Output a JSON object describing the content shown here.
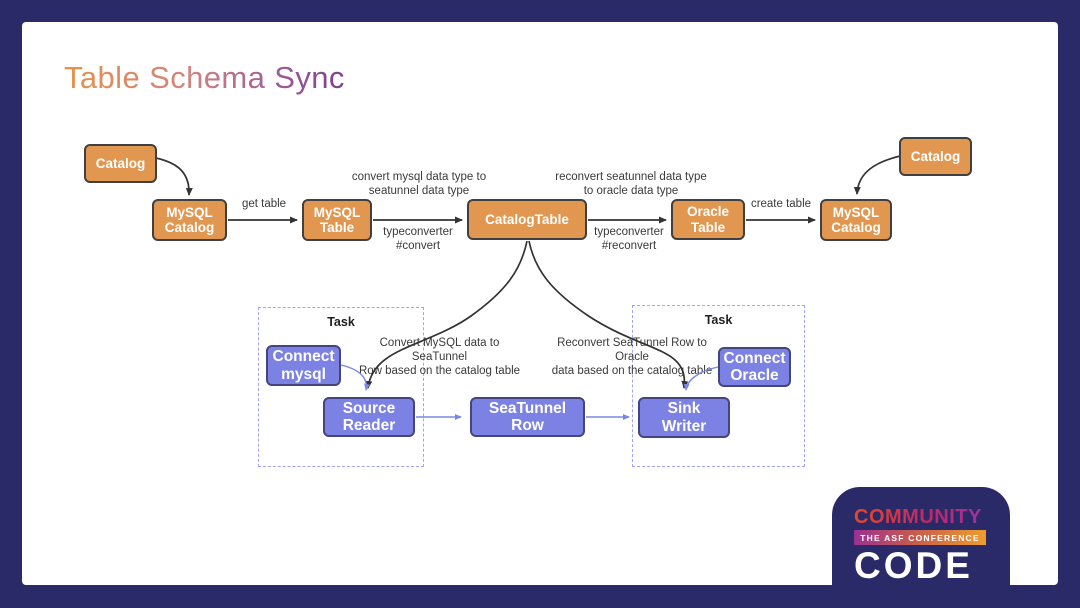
{
  "title": "Table Schema Sync",
  "nodes": {
    "catalog_source": "Catalog",
    "mysql_catalog_source": "MySQL\nCatalog",
    "mysql_table": "MySQL\nTable",
    "catalog_table": "CatalogTable",
    "oracle_table": "Oracle\nTable",
    "mysql_catalog_sink": "MySQL\nCatalog",
    "catalog_sink": "Catalog",
    "connect_mysql": "Connect\nmysql",
    "source_reader": "Source\nReader",
    "seatunnel_row": "SeaTunnel\nRow",
    "sink_writer": "Sink\nWriter",
    "connect_oracle": "Connect\nOracle"
  },
  "edge_labels": {
    "get_table": "get table",
    "convert_type": "convert mysql data type to\nseatunnel data type",
    "typeconverter_convert": "typeconverter\n#convert",
    "reconvert_type": "reconvert seatunnel data type\nto oracle data type",
    "typeconverter_reconvert": "typeconverter\n#reconvert",
    "create_table": "create table"
  },
  "tasks": {
    "left": {
      "label": "Task",
      "note": "Convert MySQL data to SeaTunnel\nRow based on the catalog table"
    },
    "right": {
      "label": "Task",
      "note": "Reconvert SeaTunnel Row to Oracle\ndata based on the catalog table"
    }
  },
  "logo": {
    "community": "COMMUNITY",
    "conference": "THE ASF CONFERENCE",
    "code": "CODE"
  },
  "colors": {
    "frame_navy": "#2A2A68",
    "node_orange": "#E29750",
    "node_orange_border": "#404040",
    "node_purple": "#7C81E4",
    "node_purple_border": "#45457D",
    "arrow_black": "#333333",
    "arrow_blue": "#7788E8",
    "task_dash": "#A3A3F0",
    "title_gradient_start": "#E8914A",
    "title_gradient_end": "#7D3E8E",
    "logo_gradient_start": "#E34A2C",
    "logo_gradient_end": "#9C34A6",
    "bar_gradient_start": "#9A3192",
    "bar_gradient_end": "#EF9D2D"
  }
}
